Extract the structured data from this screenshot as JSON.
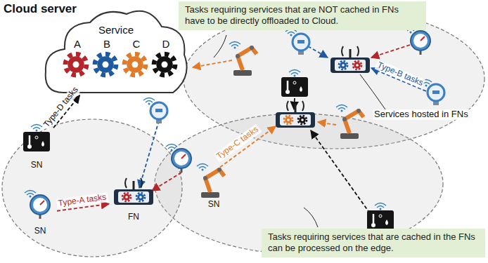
{
  "diagram": {
    "nodes": [
      {
        "text": [
          "Cloud server",
          "Service"
        ]
      },
      {
        "text": [
          "A"
        ],
        "in": 0
      },
      {
        "text": [
          "B"
        ],
        "in": 0
      },
      {
        "text": [
          "C"
        ],
        "in": 0
      },
      {
        "text": [
          "D"
        ],
        "in": 0
      },
      {
        "text": [
          "Tasks requiring services that are NOT cached in FNs have to be directly offloaded to Cloud."
        ]
      },
      {
        "text": [
          "Tasks requiring services that are cached in the FNs can be processed on the edge."
        ]
      },
      {
        "text": [
          "SN"
        ]
      },
      {
        "text": [
          "SN"
        ]
      },
      {
        "text": [
          "SN"
        ]
      },
      {
        "text": [
          "FN"
        ]
      }
    ],
    "edges": [
      {
        "from": 7,
        "to": 0,
        "arrow": "to",
        "label": "Type-D tasks"
      },
      {
        "from": 8,
        "to": 10,
        "arrow": "to",
        "label": "Type-A tasks"
      }
    ],
    "labels": [
      "Type-B tasks",
      "Type-C tasks",
      "Services hosted in FNs"
    ]
  }
}
